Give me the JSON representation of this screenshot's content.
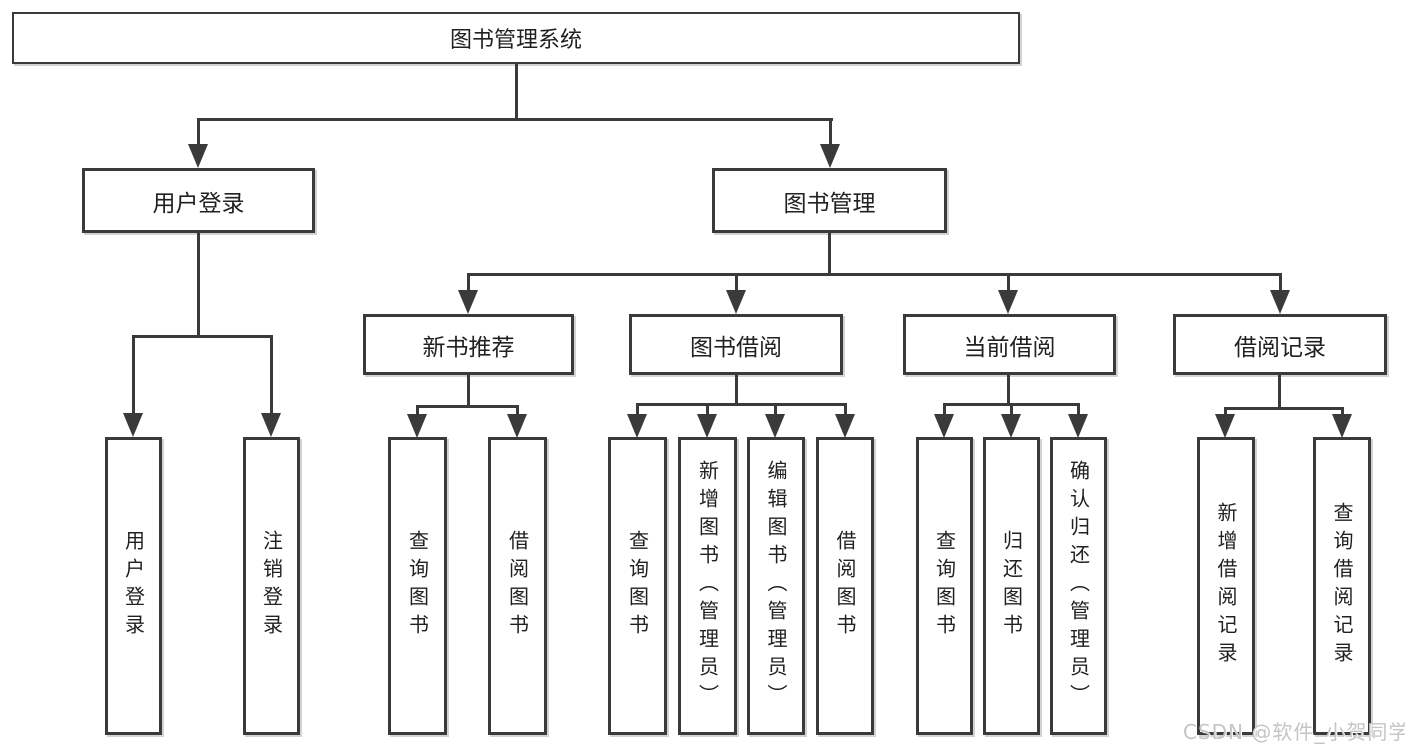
{
  "tree": {
    "root": {
      "label": "图书管理系统",
      "children": [
        {
          "label": "用户登录",
          "children": [
            {
              "label": "用户登录"
            },
            {
              "label": "注销登录"
            }
          ]
        },
        {
          "label": "图书管理",
          "children": [
            {
              "label": "新书推荐",
              "children": [
                {
                  "label": "查询图书"
                },
                {
                  "label": "借阅图书"
                }
              ]
            },
            {
              "label": "图书借阅",
              "children": [
                {
                  "label": "查询图书"
                },
                {
                  "label": "新增图书（管理员）"
                },
                {
                  "label": "编辑图书（管理员）"
                },
                {
                  "label": "借阅图书"
                }
              ]
            },
            {
              "label": "当前借阅",
              "children": [
                {
                  "label": "查询图书"
                },
                {
                  "label": "归还图书"
                },
                {
                  "label": "确认归还（管理员）"
                }
              ]
            },
            {
              "label": "借阅记录",
              "children": [
                {
                  "label": "新增借阅记录"
                },
                {
                  "label": "查询借阅记录"
                }
              ]
            }
          ]
        }
      ]
    }
  },
  "watermark": "CSDN @软件_小贺同学",
  "colors": {
    "line": "#3a3a3a",
    "text": "#212121",
    "box_background": "#ffffff",
    "watermark_text": "#c5c5c8"
  }
}
